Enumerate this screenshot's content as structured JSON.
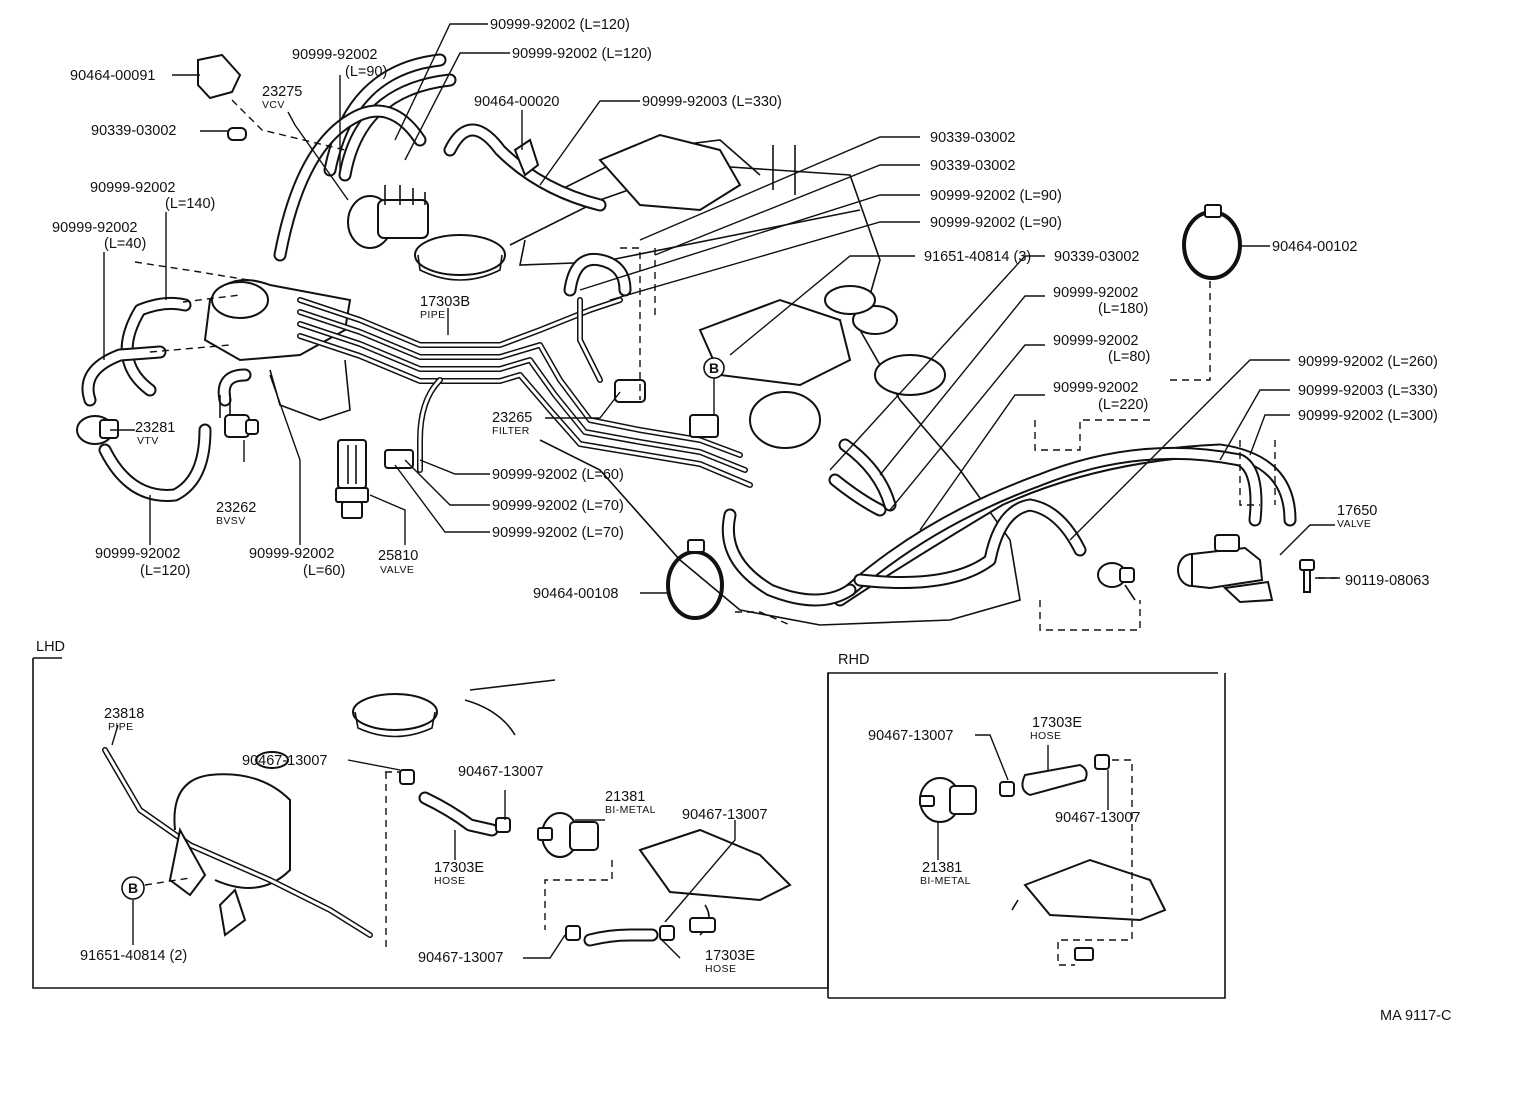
{
  "labels": {
    "p_90999_92002_L120_top": "90999-92002 (L=120)",
    "p_90999_92002_L120_2": "90999-92002 (L=120)",
    "p_90999_92002_L90_a": "90999-92002",
    "p_90999_92002_L90_a_sub": "(L=90)",
    "p_90464_00091": "90464-00091",
    "p_23275": "23275",
    "p_23275_sub": "VCV",
    "p_90464_00020": "90464-00020",
    "p_90999_92003_L330_top": "90999-92003 (L=330)",
    "p_90339_03002_left": "90339-03002",
    "p_90339_03002_r1": "90339-03002",
    "p_90339_03002_r2": "90339-03002",
    "p_90999_92002_L90_r1": "90999-92002 (L=90)",
    "p_90999_92002_L90_r2": "90999-92002 (L=90)",
    "p_90999_92002_L140": "90999-92002",
    "p_90999_92002_L140_sub": "(L=140)",
    "p_90999_92002_L40": "90999-92002",
    "p_90999_92002_L40_sub": "(L=40)",
    "p_91651_40814_3": "91651-40814 (3)",
    "p_90339_03002_r3": "90339-03002",
    "p_90464_00102": "90464-00102",
    "p_17303B": "17303B",
    "p_17303B_sub": "PIPE",
    "p_90999_92002_L180": "90999-92002",
    "p_90999_92002_L180_sub": "(L=180)",
    "p_90999_92002_L80": "90999-92002",
    "p_90999_92002_L80_sub": "(L=80)",
    "p_90999_92002_L260": "90999-92002 (L=260)",
    "p_90999_92002_L220": "90999-92002",
    "p_90999_92002_L220_sub": "(L=220)",
    "p_90999_92003_L330_r": "90999-92003 (L=330)",
    "p_90999_92002_L300": "90999-92002 (L=300)",
    "p_23281": "23281",
    "p_23281_sub": "VTV",
    "p_23265": "23265",
    "p_23265_sub": "FILTER",
    "p_90999_92002_L60_r": "90999-92002 (L=60)",
    "p_23262": "23262",
    "p_23262_sub": "BVSV",
    "p_90999_92002_L70_a": "90999-92002 (L=70)",
    "p_17650": "17650",
    "p_17650_sub": "VALVE",
    "p_90999_92002_L70_b": "90999-92002 (L=70)",
    "p_90999_92002_L120_bl": "90999-92002",
    "p_90999_92002_L120_bl_sub": "(L=120)",
    "p_90999_92002_L60_bl": "90999-92002",
    "p_90999_92002_L60_bl_sub": "(L=60)",
    "p_25810": "25810",
    "p_25810_sub": "VALVE",
    "p_90119_08063": "90119-08063",
    "p_90464_00108": "90464-00108",
    "lhd_title": "LHD",
    "rhd_title": "RHD",
    "lhd_23818": "23818",
    "lhd_23818_sub": "PIPE",
    "lhd_90467_a": "90467-13007",
    "lhd_90467_b": "90467-13007",
    "lhd_21381": "21381",
    "lhd_21381_sub": "BI-METAL",
    "lhd_90467_c": "90467-13007",
    "lhd_17303E_a": "17303E",
    "lhd_17303E_a_sub": "HOSE",
    "lhd_91651": "91651-40814 (2)",
    "lhd_90467_d": "90467-13007",
    "lhd_17303E_b": "17303E",
    "lhd_17303E_b_sub": "HOSE",
    "rhd_90467_a": "90467-13007",
    "rhd_17303E": "17303E",
    "rhd_17303E_sub": "HOSE",
    "rhd_90467_b": "90467-13007",
    "rhd_21381": "21381",
    "rhd_21381_sub": "BI-METAL",
    "marker_b": "B",
    "figure_code": "MA 9117-C"
  }
}
